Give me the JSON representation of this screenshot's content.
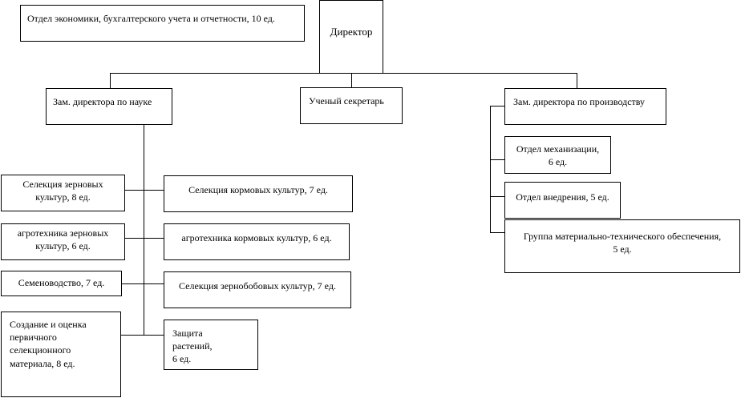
{
  "colors": {
    "line": "#000000",
    "box_border": "#000000",
    "background": "#ffffff",
    "text": "#000000"
  },
  "org": {
    "director": "Директор",
    "economics_dept": "Отдел экономики, бухгалтерского учета и отчетности, 10 ед.",
    "deputy_science": "Зам. директора по науке",
    "scientific_secretary": "Ученый секретарь",
    "deputy_production": "Зам. директора по производству",
    "science_left": [
      "Селекция зерновых\nкультур, 8 ед.",
      "агротехника зерновых\nкультур, 6 ед.",
      "Семеноводство, 7 ед.",
      "Создание и оценка\nпервичного\nселекционного\nматериала, 8 ед."
    ],
    "science_right": [
      "Селекция кормовых культур, 7 ед.",
      "агротехника кормовых культур, 6 ед.",
      "Селекция зернобобовых культур, 7 ед.",
      "Защита\nрастений,\n6 ед."
    ],
    "production_units": [
      "Отдел механизации,\n6 ед.",
      "Отдел внедрения, 5 ед.",
      "Группа материально-технического обеспечения,\n5 ед."
    ]
  }
}
